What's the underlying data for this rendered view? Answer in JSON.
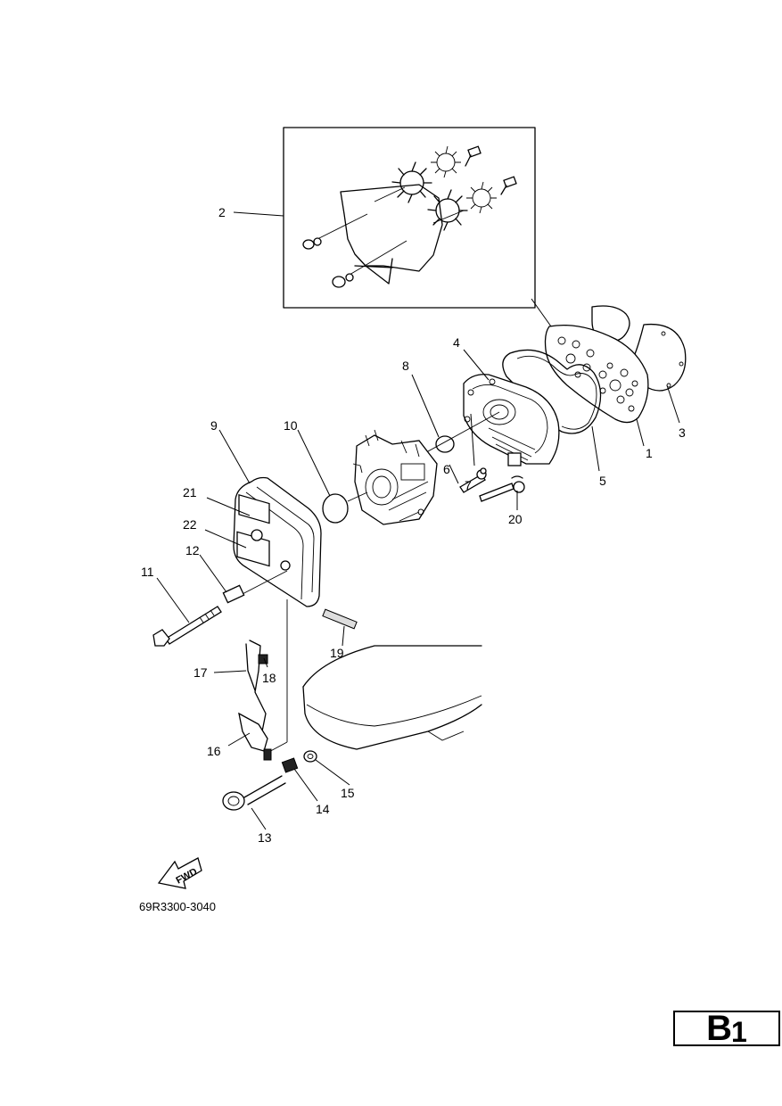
{
  "diagram": {
    "part_numbers": [
      "1",
      "2",
      "3",
      "4",
      "5",
      "6",
      "7",
      "8",
      "9",
      "10",
      "11",
      "12",
      "13",
      "14",
      "15",
      "16",
      "17",
      "18",
      "19",
      "20",
      "21",
      "22"
    ],
    "direction_label": "FWD",
    "drawing_code": "69R3300-3040"
  },
  "page_badge": {
    "letter": "B",
    "number": "1"
  }
}
